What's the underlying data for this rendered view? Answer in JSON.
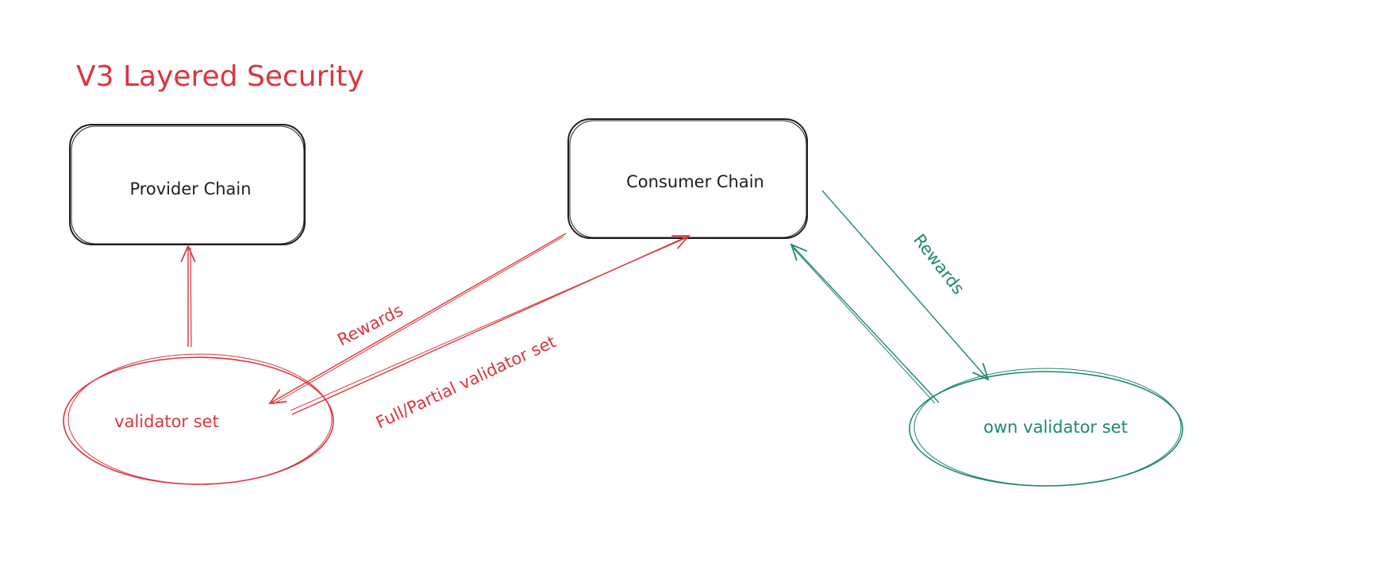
{
  "title": "V3 Layered Security",
  "nodes": {
    "provider": "Provider Chain",
    "consumer": "Consumer Chain",
    "validator_set": "validator set",
    "own_validator_set": "own validator set"
  },
  "edges": {
    "rewards_red": "Rewards",
    "full_partial": "Full/Partial validator set",
    "rewards_green": "Rewards"
  },
  "colors": {
    "red": "#d9363e",
    "green": "#1d8a63",
    "stroke": "#1e1e1e"
  }
}
